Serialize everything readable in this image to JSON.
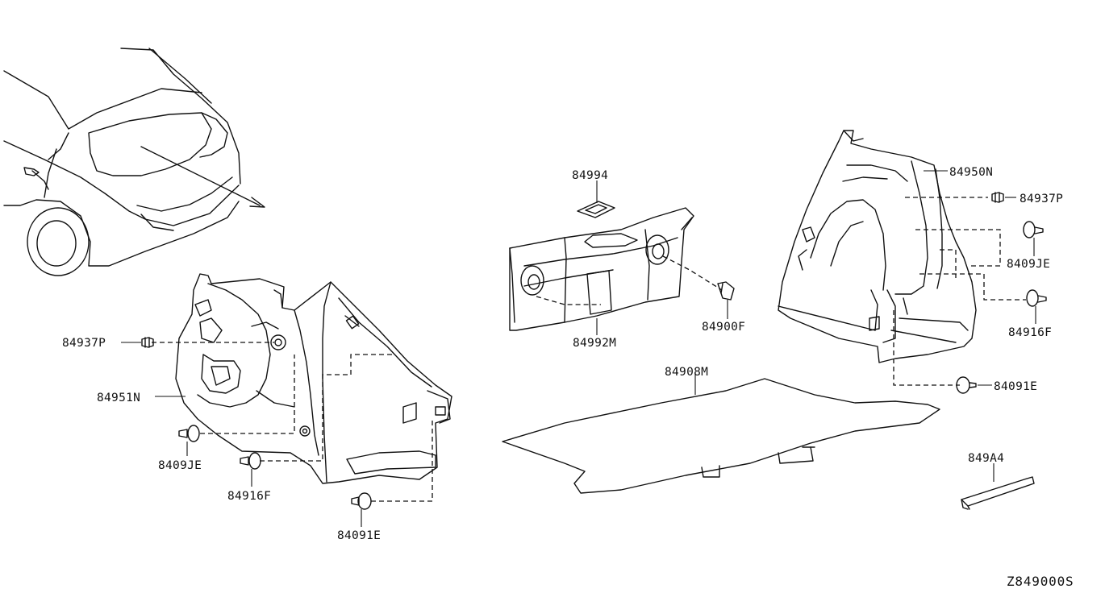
{
  "labels": {
    "p84994": "84994",
    "p84950N": "84950N",
    "p84937P_right": "84937P",
    "p8409JE_right": "8409JE",
    "p84916F_right": "84916F",
    "p84091E_right": "84091E",
    "p84992M": "84992M",
    "p84900F": "84900F",
    "p84908M": "84908M",
    "p849A4": "849A4",
    "p84937P_left": "84937P",
    "p84951N": "84951N",
    "p8409JE_left": "8409JE",
    "p84916F_left": "84916F",
    "p84091E_left": "84091E"
  },
  "diagram_code": "Z849000S",
  "colors": {
    "line": "#111111",
    "background": "#ffffff"
  }
}
